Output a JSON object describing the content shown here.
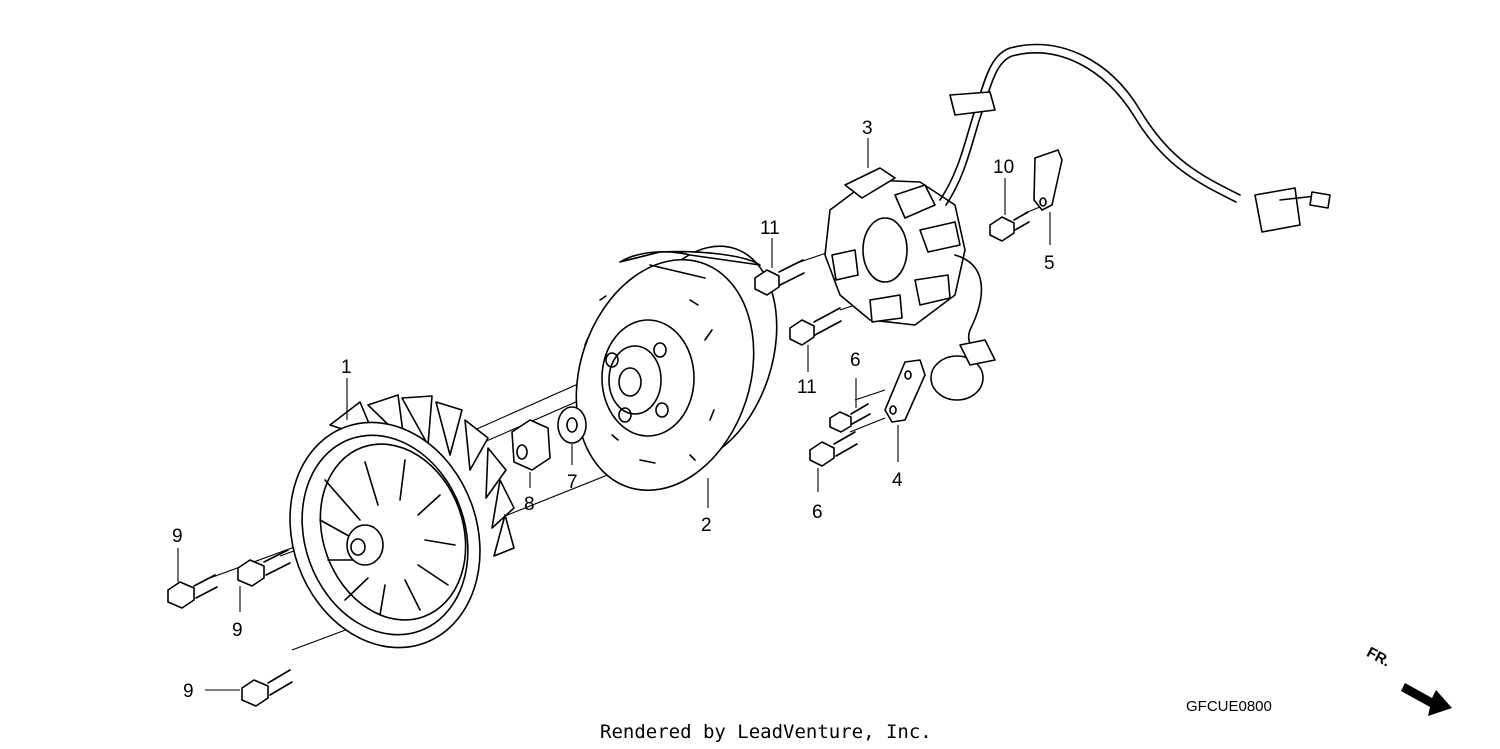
{
  "callouts": [
    {
      "id": "c1",
      "label": "1"
    },
    {
      "id": "c2",
      "label": "2"
    },
    {
      "id": "c3",
      "label": "3"
    },
    {
      "id": "c4",
      "label": "4"
    },
    {
      "id": "c5",
      "label": "5"
    },
    {
      "id": "c6a",
      "label": "6"
    },
    {
      "id": "c6b",
      "label": "6"
    },
    {
      "id": "c7",
      "label": "7"
    },
    {
      "id": "c8",
      "label": "8"
    },
    {
      "id": "c9a",
      "label": "9"
    },
    {
      "id": "c9b",
      "label": "9"
    },
    {
      "id": "c9c",
      "label": "9"
    },
    {
      "id": "c10",
      "label": "10"
    },
    {
      "id": "c11a",
      "label": "11"
    },
    {
      "id": "c11b",
      "label": "11"
    }
  ],
  "diagram_code": "GFCUE0800",
  "credit": "Rendered by LeadVenture, Inc.",
  "direction_label": "FR."
}
